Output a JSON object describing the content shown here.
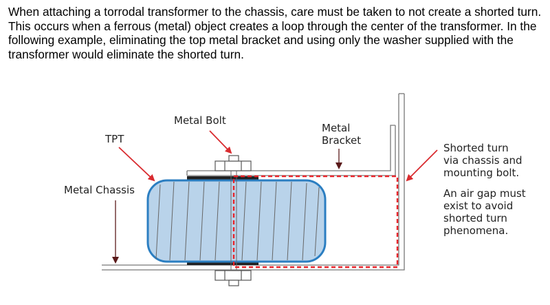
{
  "paragraph": "When attaching a torrodal transformer to the chassis, care must be taken to not create a shorted turn.  This occurs when a ferrous (metal) object creates a loop through the center of the transformer.  In the following example, eliminating the top metal bracket and using only the washer supplied with the transformer would eliminate the shorted turn.",
  "labels": {
    "metal_bolt": "Metal Bolt",
    "tpt": "TPT",
    "metal_chassis": "Metal Chassis",
    "metal_bracket_1": "Metal",
    "metal_bracket_2": "Bracket",
    "shorted_1": "Shorted turn",
    "shorted_2": "via chassis and",
    "shorted_3": "mounting bolt.",
    "airgap_1": "An air gap must",
    "airgap_2": "exist to avoid",
    "airgap_3": "shorted turn",
    "airgap_4": "phenomena."
  },
  "colors": {
    "transformer_fill": "#b9d3ea",
    "transformer_outline": "#2b7ec1",
    "shorted_turn_path": "#e8242a",
    "arrow": "#d92b2f"
  }
}
